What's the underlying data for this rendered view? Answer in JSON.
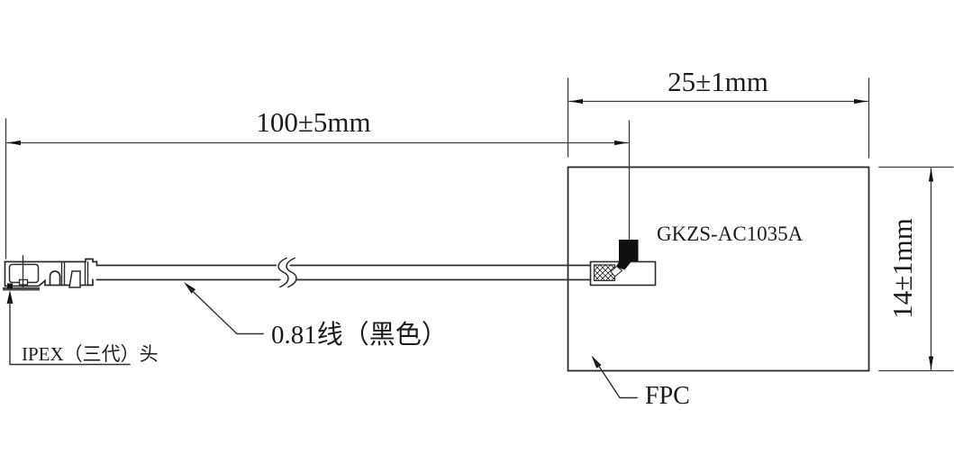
{
  "drawing": {
    "background": "#ffffff",
    "line_color": "#2b2b2b",
    "arrow_color": "#111111",
    "dimensions": {
      "cable_length": "100±5mm",
      "fpc_width": "25±1mm",
      "fpc_height": "14±1mm"
    },
    "labels": {
      "part_number": "GKZS-AC1035A",
      "cable": "0.81线（黑色）",
      "connector": "IPEX（三代）头",
      "fpc": "FPC"
    }
  }
}
